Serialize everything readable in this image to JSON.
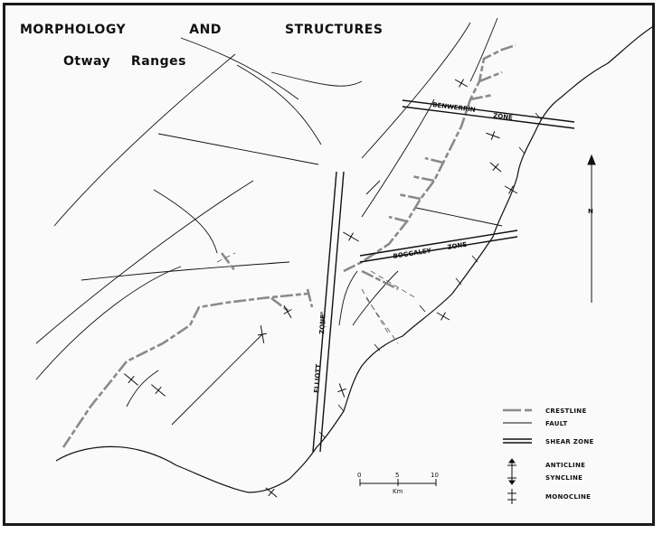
{
  "map": {
    "title": "MORPHOLOGY   AND   STRUCTURES",
    "subtitle": "Otway  Ranges"
  },
  "zones": {
    "benwerrin": "BENWERRIN",
    "benwerrin_suffix": "ZONE",
    "boggaley": "BOGGALEY",
    "boggaley_suffix": "ZONE",
    "elliott": "ELLIOTT",
    "elliott_suffix": "ZONE"
  },
  "north_arrow": {
    "label": "N"
  },
  "scale_bar": {
    "ticks": [
      "0",
      "5",
      "10"
    ],
    "unit": "Km"
  },
  "legend": {
    "items": [
      {
        "label": "CRESTLINE",
        "symbol": "crestline"
      },
      {
        "label": "FAULT",
        "symbol": "fault"
      },
      {
        "label": "SHEAR  ZONE",
        "symbol": "shear-zone"
      },
      {
        "label": "ANTICLINE",
        "symbol": "anticline"
      },
      {
        "label": "SYNCLINE",
        "symbol": "syncline"
      },
      {
        "label": "MONOCLINE",
        "symbol": "monocline"
      }
    ]
  },
  "colors": {
    "ink": "#111111",
    "crestline": "#8a8a8a",
    "paper": "#fafafa"
  }
}
